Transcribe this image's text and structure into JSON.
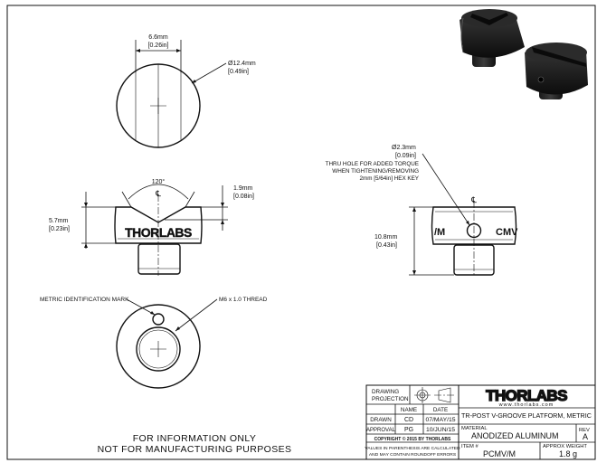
{
  "top_view": {
    "width_mm": "6.6mm",
    "width_in": "[0.26in]",
    "dia_mm": "Ø12.4mm",
    "dia_in": "[0.49in]"
  },
  "front_view": {
    "angle": "120°",
    "centerline_symbol": "℄",
    "depth_mm": "1.9mm",
    "depth_in": "[0.08in]",
    "height_mm": "5.7mm",
    "height_in": "[0.23in]",
    "brand": "THORLABS"
  },
  "side_view": {
    "hole_mm": "Ø2.3mm",
    "hole_in": "[0.09in]",
    "hole_note_1": "THRU HOLE FOR ADDED TORQUE",
    "hole_note_2": "WHEN TIGHTENING/REMOVING",
    "hole_note_3": "2mm [5/64in] HEX KEY",
    "height_mm": "10.8mm",
    "height_in": "[0.43in]",
    "left_label": "/M",
    "right_label": "CMV"
  },
  "bottom_view": {
    "id_mark_label": "METRIC IDENTIFICATION MARK",
    "thread_label": "M6 x 1.0 THREAD"
  },
  "notice": {
    "line1": "FOR INFORMATION ONLY",
    "line2": "NOT FOR MANUFACTURING PURPOSES"
  },
  "title_block": {
    "drawing_projection": "DRAWING",
    "projection": "PROJECTION",
    "name_header": "NAME",
    "date_header": "DATE",
    "drawn_label": "DRAWN",
    "drawn_name": "CD",
    "drawn_date": "07/MAY/15",
    "approval_label": "APPROVAL",
    "approval_name": "PG",
    "approval_date": "10/JUN/15",
    "copyright": "COPYRIGHT © 2015 BY THORLABS",
    "values_note_1": "VALUES IN PARENTHESIS ARE CALCULATED",
    "values_note_2": "AND MAY CONTAIN ROUNDOFF ERRORS",
    "logo": "THORLABS",
    "website": "www.thorlabs.com",
    "description": "TR-POST V-GROOVE PLATFORM, METRIC",
    "material_label": "MATERIAL",
    "material": "ANODIZED ALUMINUM",
    "rev_label": "REV",
    "rev": "A",
    "item_label": "ITEM #",
    "item": "PCMV/M",
    "weight_label": "APPROX WEIGHT",
    "weight": "1.8 g"
  }
}
